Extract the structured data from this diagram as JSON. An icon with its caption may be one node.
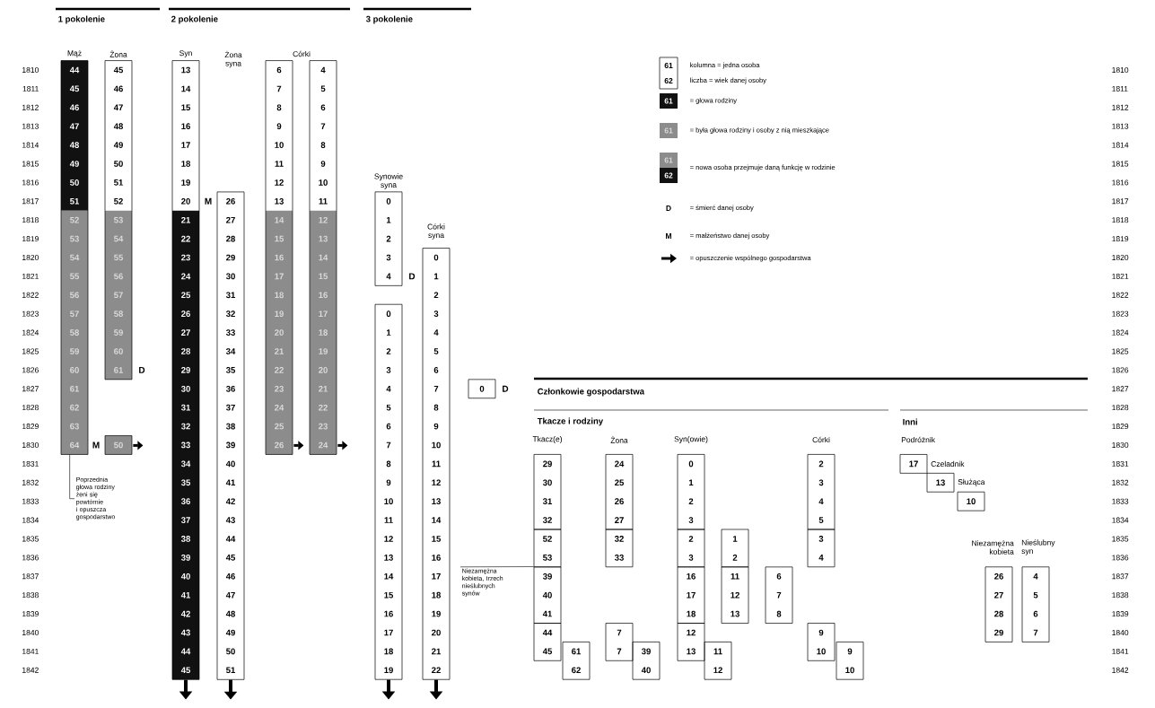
{
  "diagram": {
    "nodes": [
      {
        "text": [
          "Mąż",
          "44",
          "45",
          "46",
          "47",
          "48",
          "49",
          "50",
          "51",
          "52",
          "53",
          "54",
          "55",
          "56",
          "57",
          "58",
          "59",
          "60",
          "61",
          "62",
          "63",
          "64"
        ]
      },
      {
        "text": [
          "Żona",
          "45",
          "46",
          "47",
          "48",
          "49",
          "50",
          "51",
          "52",
          "53",
          "54",
          "55",
          "56",
          "57",
          "58",
          "59",
          "60",
          "61"
        ],
        "beside": [
          "D"
        ]
      },
      {
        "text": [
          "50"
        ],
        "beside": [
          "M"
        ]
      },
      {
        "text": [
          "Syn",
          "13",
          "14",
          "15",
          "16",
          "17",
          "18",
          "19",
          "20",
          "21",
          "22",
          "23",
          "24",
          "25",
          "26",
          "27",
          "28",
          "29",
          "30",
          "31",
          "32",
          "33",
          "34",
          "35",
          "36",
          "37",
          "38",
          "39",
          "40",
          "41",
          "42",
          "43",
          "44",
          "45"
        ]
      },
      {
        "text": [
          "26",
          "27",
          "28",
          "29",
          "30",
          "31",
          "32",
          "33",
          "34",
          "35",
          "36",
          "37",
          "38",
          "39",
          "40",
          "41",
          "42",
          "43",
          "44",
          "45",
          "46",
          "47",
          "48",
          "49",
          "50",
          "51"
        ],
        "beside": [
          "M"
        ]
      },
      {
        "text": [
          "6",
          "7",
          "8",
          "9",
          "10",
          "11",
          "12",
          "13",
          "14",
          "15",
          "16",
          "17",
          "18",
          "19",
          "20",
          "21",
          "22",
          "23",
          "24",
          "25",
          "26"
        ]
      },
      {
        "text": [
          "4",
          "5",
          "6",
          "7",
          "8",
          "9",
          "10",
          "11",
          "12",
          "13",
          "14",
          "15",
          "16",
          "17",
          "18",
          "19",
          "20",
          "21",
          "22",
          "23",
          "24"
        ]
      },
      {
        "text": [
          "Poprzednia głowa rodziny żeni się powtórnie i opuszcza gospodarstwo"
        ]
      },
      {
        "text": [
          "Synowie syna",
          "0",
          "1",
          "2",
          "3",
          "4"
        ],
        "beside": [
          "D"
        ]
      },
      {
        "text": [
          "0",
          "1",
          "2",
          "3",
          "4",
          "5",
          "6",
          "7",
          "8",
          "9",
          "10",
          "11",
          "12",
          "13",
          "14",
          "15",
          "16",
          "17",
          "18",
          "19"
        ]
      },
      {
        "text": [
          "Córki syna",
          "0",
          "1",
          "2",
          "3",
          "4",
          "5",
          "6",
          "7",
          "8",
          "9",
          "10",
          "11",
          "12",
          "13",
          "14",
          "15",
          "16",
          "17",
          "18",
          "19",
          "20",
          "21",
          "22"
        ]
      },
      {
        "text": [
          "0"
        ],
        "beside": [
          "D"
        ]
      },
      {
        "text": [
          "Tkacz(e)",
          "29",
          "30",
          "31",
          "32"
        ]
      },
      {
        "text": [
          "52",
          "53"
        ]
      },
      {
        "text": [
          "Niezamężna kobieta, trzech nieślubnych synów"
        ]
      },
      {
        "text": [
          "39",
          "40",
          "41"
        ]
      },
      {
        "text": [
          "44",
          "45"
        ]
      },
      {
        "text": [
          "61",
          "62"
        ]
      },
      {
        "text": [
          "Żona",
          "24",
          "25",
          "26",
          "27"
        ]
      },
      {
        "text": [
          "32",
          "33"
        ]
      },
      {
        "text": [
          "7",
          "7"
        ]
      },
      {
        "text": [
          "39",
          "40"
        ]
      },
      {
        "text": [
          "Syn(owie)",
          "0",
          "1",
          "2",
          "3"
        ]
      },
      {
        "text": [
          "2",
          "3"
        ]
      },
      {
        "text": [
          "16",
          "17",
          "18"
        ]
      },
      {
        "text": [
          "12",
          "13"
        ]
      },
      {
        "text": [
          "11",
          "12"
        ]
      },
      {
        "text": [
          "1",
          "2"
        ]
      },
      {
        "text": [
          "11",
          "12",
          "13"
        ]
      },
      {
        "text": [
          "6",
          "7",
          "8"
        ]
      },
      {
        "text": [
          "Córki",
          "2",
          "3",
          "4",
          "5"
        ]
      },
      {
        "text": [
          "3",
          "4"
        ]
      },
      {
        "text": [
          "9",
          "10"
        ]
      },
      {
        "text": [
          "9",
          "10"
        ]
      },
      {
        "text": [
          "Podróżnik",
          "17"
        ]
      },
      {
        "text": [
          "Czeladnik",
          "13"
        ]
      },
      {
        "text": [
          "Służąca",
          "10"
        ]
      },
      {
        "text": [
          "Niezamężna kobieta",
          "26",
          "27",
          "28",
          "29"
        ]
      },
      {
        "text": [
          "Nieślubny syn",
          "4",
          "5",
          "6",
          "7"
        ]
      }
    ],
    "edges": [
      {
        "from": 2,
        "to": null,
        "arrow": "to"
      },
      {
        "from": 5,
        "to": null,
        "arrow": "to"
      },
      {
        "from": 6,
        "to": null,
        "arrow": "to"
      },
      {
        "from": 3,
        "to": null,
        "arrow": "to"
      },
      {
        "from": 4,
        "to": null,
        "arrow": "to"
      },
      {
        "from": 9,
        "to": null,
        "arrow": "to"
      },
      {
        "from": 10,
        "to": null,
        "arrow": "to"
      },
      {
        "from": 0,
        "to": 7,
        "arrow": "none"
      },
      {
        "from": 14,
        "to": 15,
        "arrow": "none"
      }
    ],
    "labels": [
      "1 pokolenie",
      "2 pokolenie",
      "3 pokolenie",
      "Córki",
      "61",
      "62",
      "61",
      "61",
      "61",
      "62",
      "D",
      "M",
      "1810",
      "1811",
      "1812",
      "1813",
      "1814",
      "1815",
      "1816",
      "1817",
      "1818",
      "1819",
      "1820",
      "1821",
      "1822",
      "1823",
      "1824",
      "1825",
      "1826",
      "1827",
      "1828",
      "1829",
      "1830",
      "1831",
      "1832",
      "1833",
      "1834",
      "1835",
      "1836",
      "1837",
      "1838",
      "1839",
      "1840",
      "1841",
      "1842",
      "Członkowie gospodarstwa",
      "Tkacze i rodziny",
      "Inni",
      "1810",
      "1811",
      "1812",
      "1813",
      "1814",
      "1815",
      "1816",
      "1817",
      "1818",
      "1819",
      "1820",
      "1821",
      "1822",
      "1823",
      "1824",
      "1825",
      "1826",
      "1827",
      "1828",
      "1829",
      "1830",
      "1831",
      "1832",
      "1833",
      "1834",
      "1835",
      "1836",
      "1837",
      "1838",
      "1839",
      "1840",
      "1841",
      "1842",
      "Żona syna"
    ],
    "legend": [
      {
        "text": "kolumna = jedna osoba"
      },
      {
        "text": "liczba = wiek danej osoby"
      },
      {
        "text": "= głowa rodziny",
        "color": "#111111"
      },
      {
        "text": "= była głowa rodziny i osoby z nią mieszkające",
        "color": "#8c8c8c"
      },
      {
        "text": "= nowa osoba przejmuje daną funkcję w rodzinie"
      },
      {
        "text": "= śmierć danej osoby"
      },
      {
        "text": "= małżeństwo danej osoby"
      },
      {
        "text": "= opuszczenie wspólnego gospodarstwa"
      }
    ]
  }
}
